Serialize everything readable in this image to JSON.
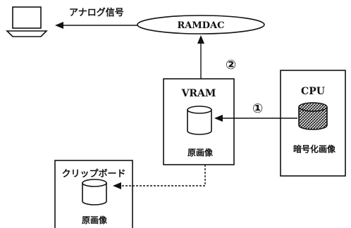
{
  "labels": {
    "analog_signal": "アナログ信号",
    "ramdac": "RAMDAC",
    "vram": "VRAM",
    "cpu": "CPU",
    "clipboard": "クリップボード",
    "vram_image": "原画像",
    "cpu_image": "暗号化画像",
    "clipboard_image": "原画像",
    "step1": "①",
    "step2": "②"
  },
  "icons": {
    "monitor": "monitor-icon",
    "vram_storage": "database-icon",
    "cpu_storage": "database-icon",
    "clipboard_storage": "database-icon"
  },
  "colors": {
    "ink": "#111111",
    "background": "#ffffff"
  }
}
